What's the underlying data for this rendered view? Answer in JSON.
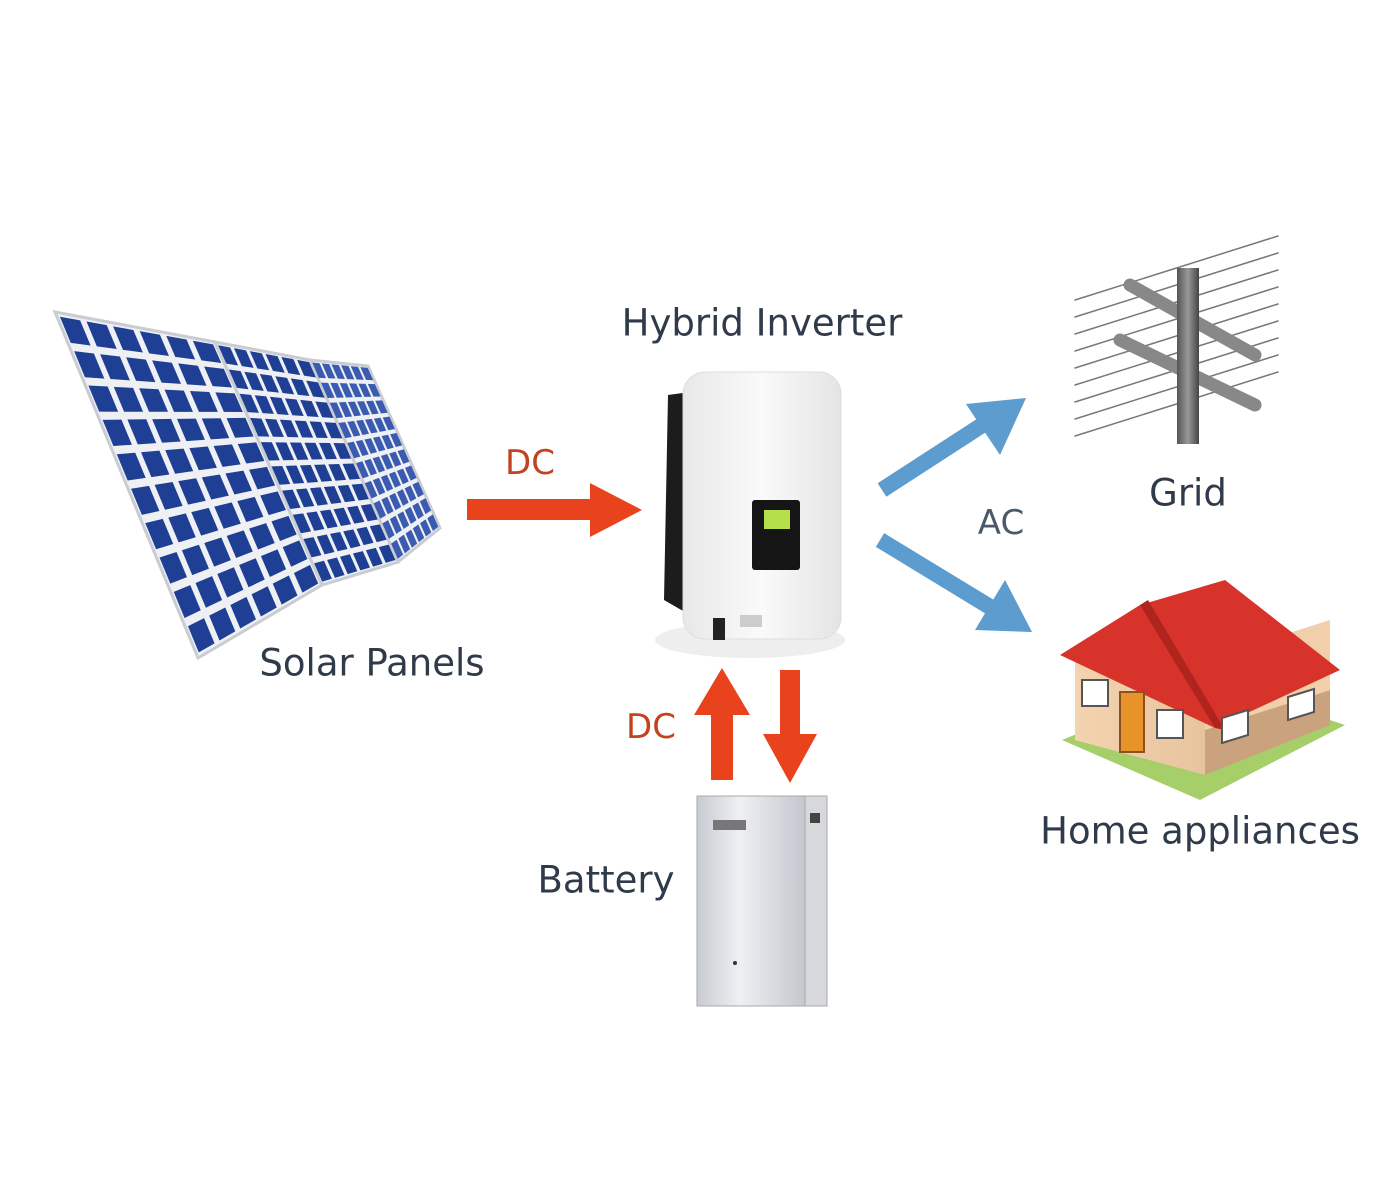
{
  "title": "Hybrid Inverter",
  "nodes": {
    "solar": "Solar Panels",
    "inverter": "Hybrid Inverter",
    "grid": "Grid",
    "home": "Home appliances",
    "battery": "Battery"
  },
  "flows": {
    "solar_to_inverter": "DC",
    "battery_inverter": "DC",
    "inverter_out": "AC"
  },
  "colors": {
    "dc_arrow": "#e8431c",
    "ac_arrow": "#5d9ccf",
    "panel_blue": "#1f3f95",
    "roof": "#d8332a"
  }
}
